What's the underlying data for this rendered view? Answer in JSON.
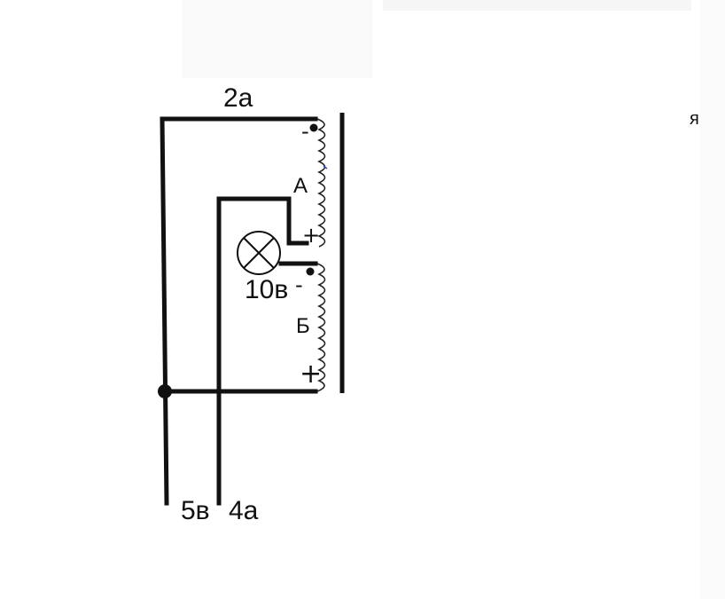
{
  "labels": {
    "top_wire": "2а",
    "winding_a": "А",
    "winding_b": "Б",
    "plus_a": "+",
    "minus_a": "-",
    "plus_b": "+",
    "minus_b": "-",
    "lamp": "10в",
    "output_left": "5в",
    "output_right": "4а",
    "corner_fragment": "я"
  },
  "components": {
    "lamp_symbol": "lamp-icon",
    "core": "transformer-core",
    "coil": "coil-winding"
  },
  "colors": {
    "wire": "#111111",
    "background": "#ffffff"
  }
}
